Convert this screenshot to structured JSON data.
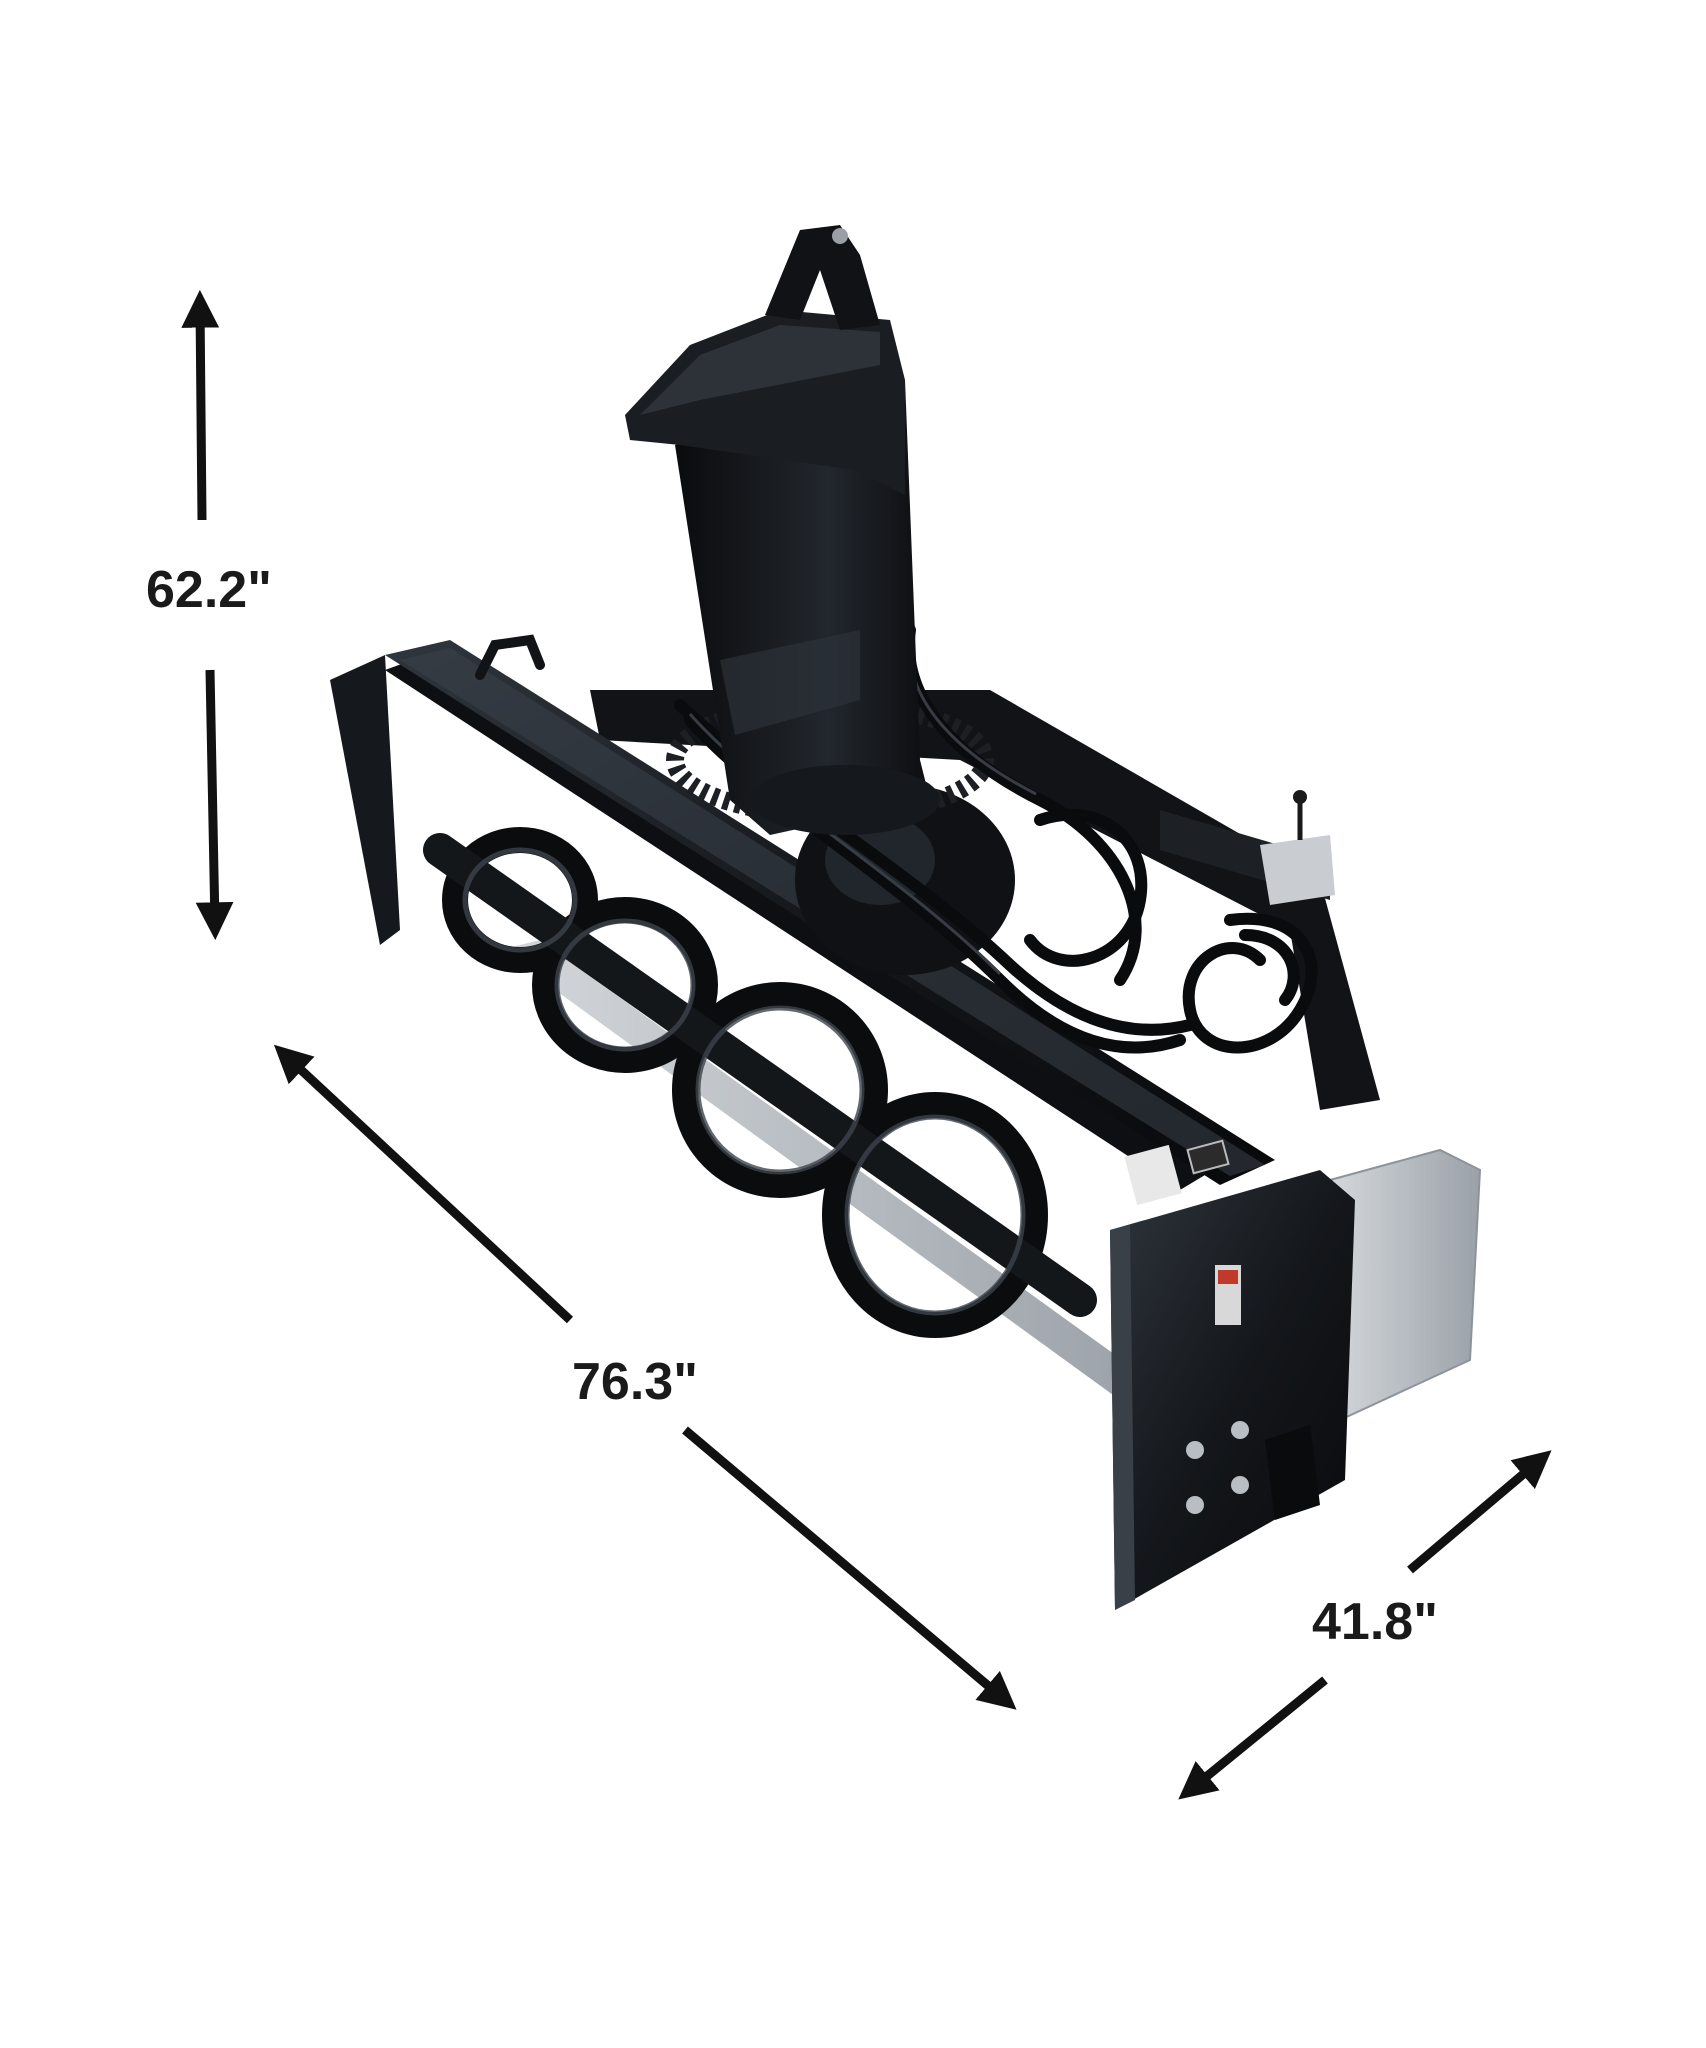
{
  "dimensions": {
    "height": "62.2\"",
    "length": "76.3\"",
    "width": "41.8\""
  },
  "colors": {
    "machine_body": "#0f1114",
    "machine_highlight": "#3a4048",
    "metal": "#b9bec4",
    "arrow": "#111111",
    "background": "#ffffff"
  },
  "icons": {
    "product": "snow-blower-attachment",
    "arrow": "double-headed-arrow"
  }
}
